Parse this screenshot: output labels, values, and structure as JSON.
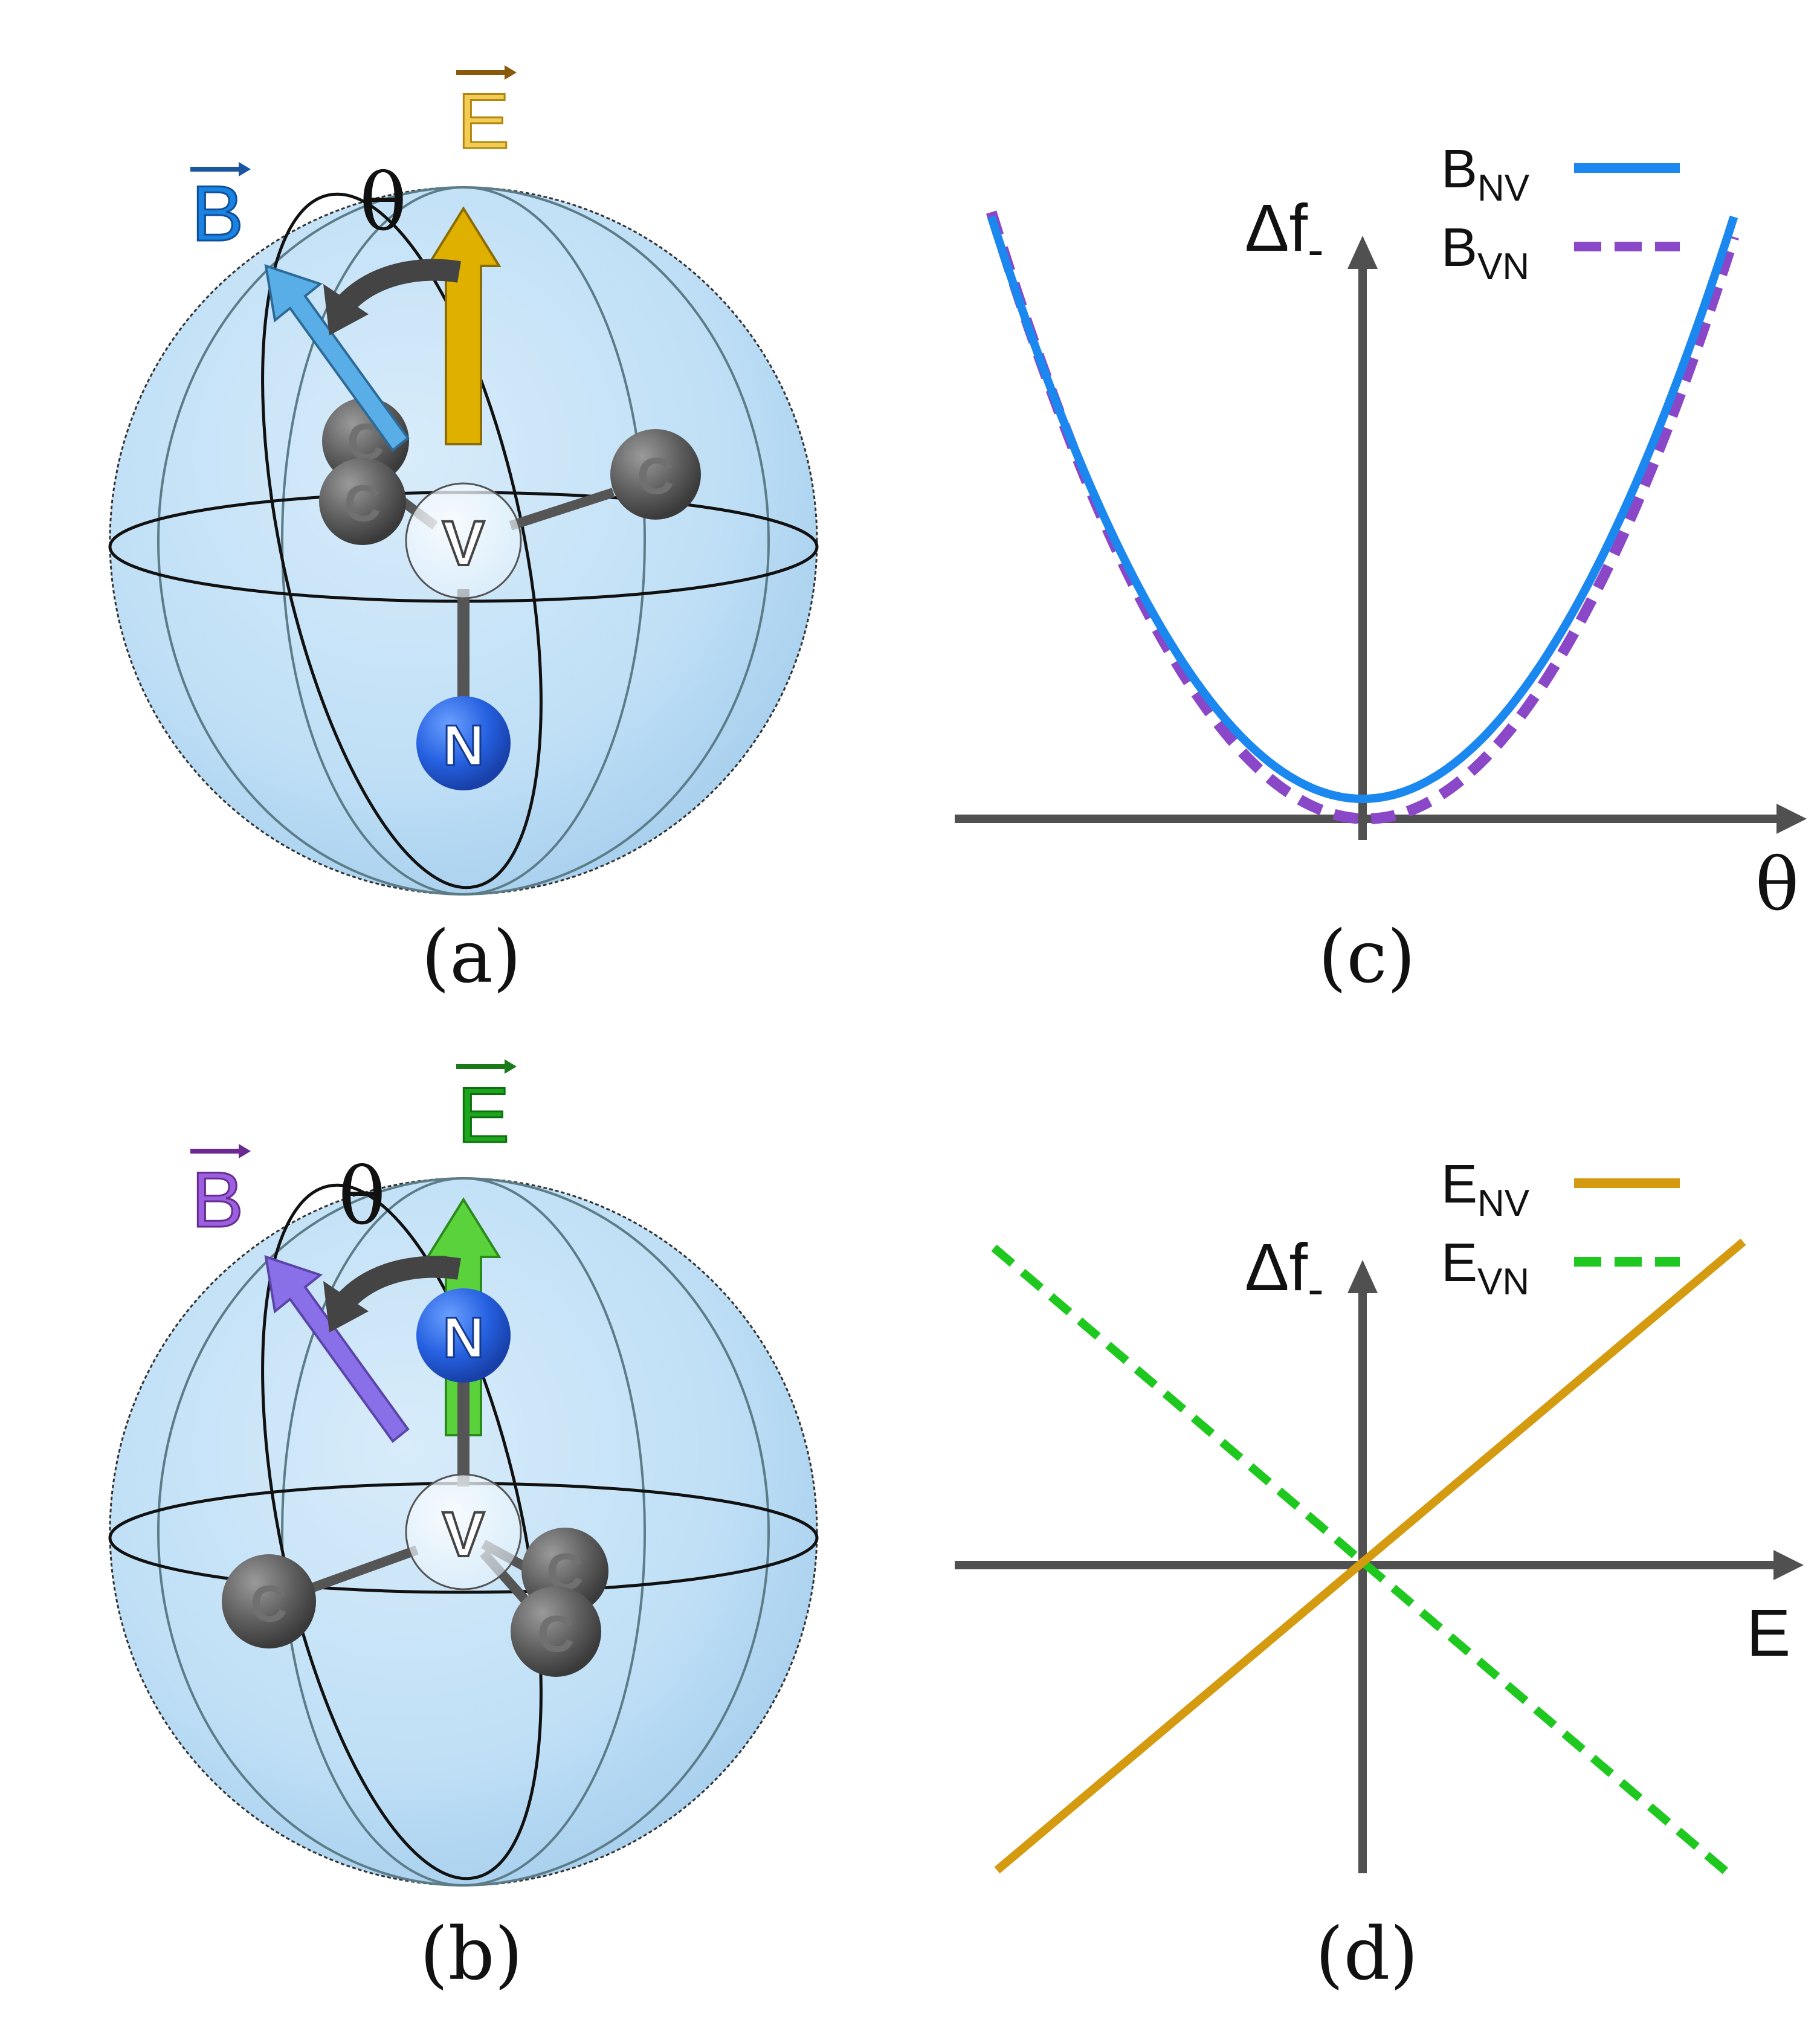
{
  "panels": {
    "a": {
      "caption": "(a)",
      "b_label": "B",
      "e_label": "E",
      "theta": "θ",
      "atoms": {
        "v": "V",
        "n": "N",
        "c1": "C",
        "c2": "C",
        "c3": "C"
      },
      "colors": {
        "b_arrow": "#5aaee8",
        "b_label": "#1a82e0",
        "e_arrow": "#e0b000",
        "e_label": "#e3ba2a",
        "e_vec": "#8a5a0c"
      }
    },
    "b": {
      "caption": "(b)",
      "b_label": "B",
      "e_label": "E",
      "theta": "θ",
      "atoms": {
        "v": "V",
        "n": "N",
        "c1": "C",
        "c2": "C",
        "c3": "C"
      },
      "colors": {
        "b_arrow": "#8a70e8",
        "b_label": "#8a50d0",
        "e_arrow": "#5ad23c",
        "e_label": "#1ea51e"
      }
    },
    "c": {
      "caption": "(c)",
      "y_label_main": "Δf",
      "y_label_sub": "-",
      "x_label": "θ",
      "legend": [
        {
          "main": "B",
          "sub": "NV",
          "color": "#1a88ee",
          "dashed": false
        },
        {
          "main": "B",
          "sub": "VN",
          "color": "#8a48c8",
          "dashed": true
        }
      ]
    },
    "d": {
      "caption": "(d)",
      "y_label_main": "Δf",
      "y_label_sub": "-",
      "x_label": "E",
      "legend": [
        {
          "main": "E",
          "sub": "NV",
          "color": "#d49a10",
          "dashed": false
        },
        {
          "main": "E",
          "sub": "VN",
          "color": "#1ec81e",
          "dashed": true
        }
      ]
    }
  },
  "chart_data": [
    {
      "type": "line",
      "title": "",
      "xlabel": "θ",
      "ylabel": "Δf-",
      "series": [
        {
          "name": "BNV",
          "shape": "parabola",
          "vertex": [
            0,
            0.03
          ],
          "style": "solid"
        },
        {
          "name": "BVN",
          "shape": "parabola",
          "vertex": [
            0.01,
            0.0
          ],
          "style": "dashed"
        }
      ]
    },
    {
      "type": "line",
      "title": "",
      "xlabel": "E",
      "ylabel": "Δf-",
      "series": [
        {
          "name": "ENV",
          "slope": 1,
          "intercept": 0,
          "style": "solid"
        },
        {
          "name": "EVN",
          "slope": -1,
          "intercept": 0,
          "style": "dashed"
        }
      ]
    }
  ]
}
